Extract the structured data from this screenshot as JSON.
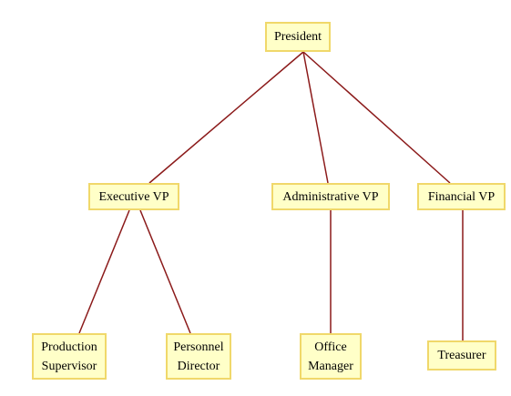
{
  "diagram": {
    "type": "org-chart",
    "colors": {
      "node_fill": "#ffffc8",
      "node_border": "#f0d86a",
      "edge": "#8b1a1a",
      "text": "#000000"
    },
    "nodes": {
      "president": "President",
      "executive_vp": "Executive VP",
      "administrative_vp": "Administrative VP",
      "financial_vp": "Financial VP",
      "production_supervisor": "Production\nSupervisor",
      "personnel_director": "Personnel\nDirector",
      "office_manager": "Office\nManager",
      "treasurer": "Treasurer"
    },
    "edges": [
      [
        "president",
        "executive_vp"
      ],
      [
        "president",
        "administrative_vp"
      ],
      [
        "president",
        "financial_vp"
      ],
      [
        "executive_vp",
        "production_supervisor"
      ],
      [
        "executive_vp",
        "personnel_director"
      ],
      [
        "administrative_vp",
        "office_manager"
      ],
      [
        "financial_vp",
        "treasurer"
      ]
    ]
  }
}
